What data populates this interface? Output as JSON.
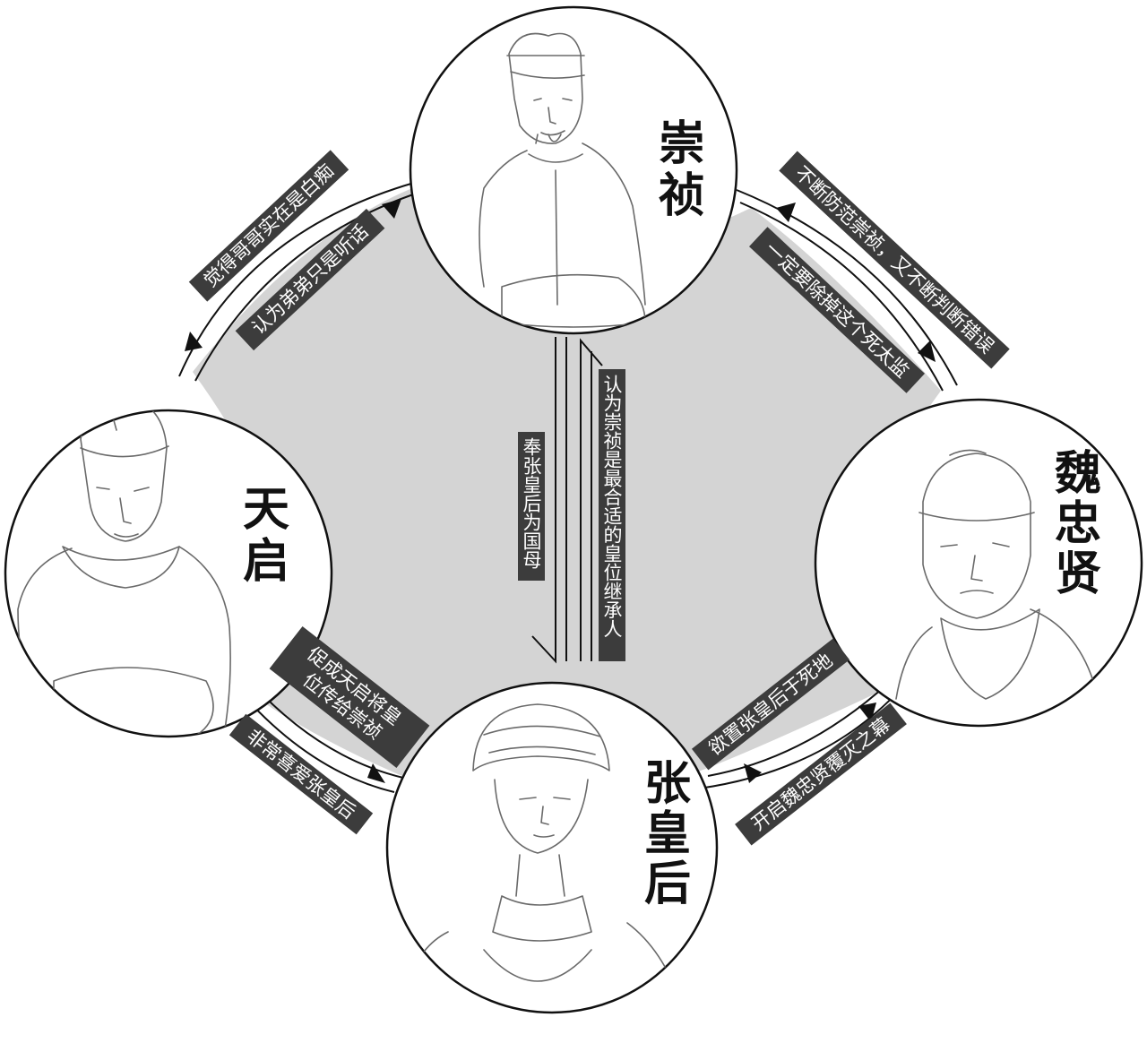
{
  "figures": {
    "chongzhen": "崇祯",
    "tianqi": "天启",
    "weizhongxian": "魏忠贤",
    "empress_zhang": "张皇后"
  },
  "relations": {
    "chongzhen_to_tianqi_outer": "觉得哥哥实在是白痴",
    "tianqi_to_chongzhen_inner": "认为弟弟只是听话",
    "chongzhen_to_wei_outer": "不断防范崇祯，又不断判断错误",
    "wei_to_chongzhen_inner": "一定要除掉这个死太监",
    "chongzhen_to_zhang": "奉张皇后为国母",
    "zhang_to_chongzhen": "认为崇祯是最合适的皇位继承人",
    "zhang_to_tianqi": "促成天启将皇位传给崇祯",
    "tianqi_to_zhang": "非常喜爱张皇后",
    "wei_to_zhang": "欲置张皇后于死地",
    "zhang_to_wei": "开启魏忠贤覆灭之幕"
  },
  "colors": {
    "center_fill": "#d4d4d4",
    "label_bg": "#3c3c3c",
    "line": "#111111",
    "portrait_line": "#6a6a6a"
  }
}
